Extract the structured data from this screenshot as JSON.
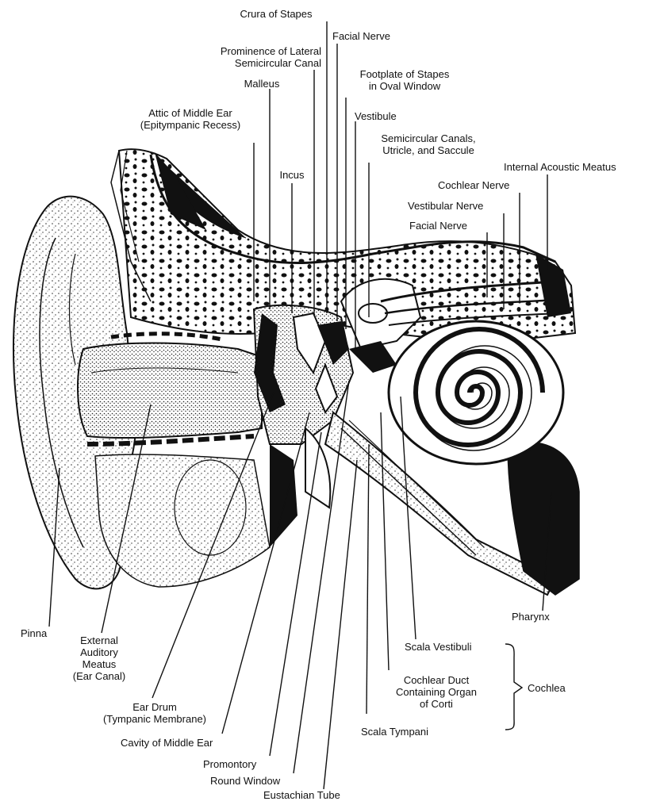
{
  "labels": {
    "crura_of_stapes": "Crura of Stapes",
    "facial_nerve_top": "Facial Nerve",
    "prominence_lateral_canal_1": "Prominence of Lateral",
    "prominence_lateral_canal_2": "Semicircular Canal",
    "footplate_1": "Footplate of Stapes",
    "footplate_2": "in Oval Window",
    "malleus": "Malleus",
    "vestibule": "Vestibule",
    "attic_1": "Attic of Middle Ear",
    "attic_2": "(Epitympanic Recess)",
    "semicircular_1": "Semicircular Canals,",
    "semicircular_2": "Utricle, and Saccule",
    "incus": "Incus",
    "internal_acoustic_meatus": "Internal Acoustic Meatus",
    "cochlear_nerve": "Cochlear Nerve",
    "vestibular_nerve": "Vestibular Nerve",
    "facial_nerve_right": "Facial Nerve",
    "pinna": "Pinna",
    "eam_1": "External",
    "eam_2": "Auditory",
    "eam_3": "Meatus",
    "eam_4": "(Ear Canal)",
    "ear_drum_1": "Ear Drum",
    "ear_drum_2": "(Tympanic Membrane)",
    "cavity_middle_ear": "Cavity of Middle Ear",
    "promontory": "Promontory",
    "round_window": "Round Window",
    "eustachian_tube": "Eustachian Tube",
    "pharynx": "Pharynx",
    "scala_vestibuli": "Scala Vestibuli",
    "cochlear_duct_1": "Cochlear Duct",
    "cochlear_duct_2": "Containing Organ",
    "cochlear_duct_3": "of Corti",
    "scala_tympani": "Scala Tympani",
    "cochlea": "Cochlea"
  },
  "colors": {
    "ink": "#111111",
    "background": "#ffffff",
    "bone_fill": "#d8d8d8"
  }
}
